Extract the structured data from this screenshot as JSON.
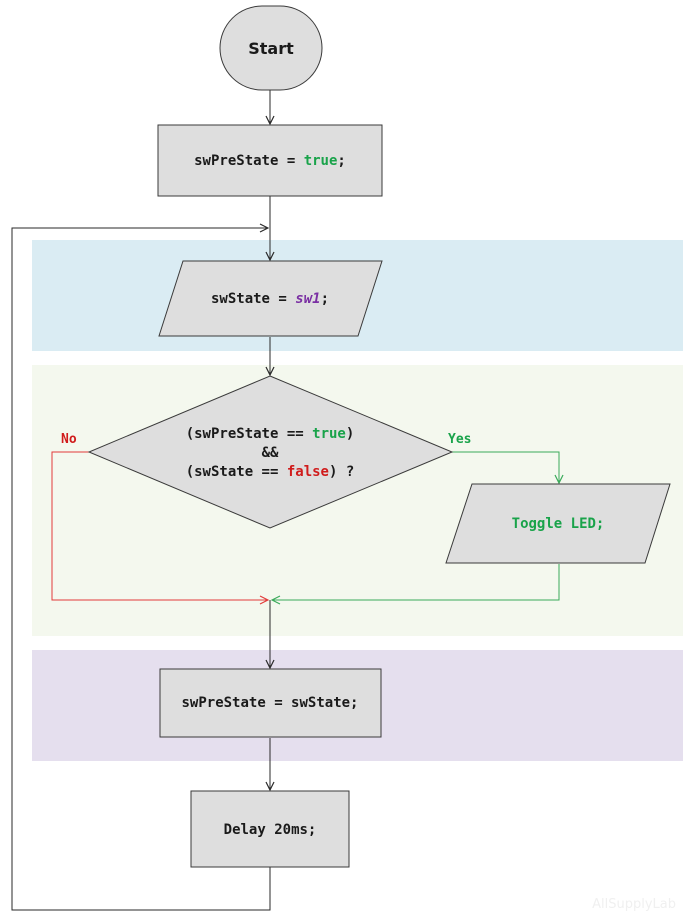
{
  "colors": {
    "band_input": "#daecf3",
    "band_decision": "#f4f8ee",
    "band_update": "#e5dfee",
    "true_keyword": "#19a34a",
    "false_keyword": "#d01c1c",
    "input_keyword": "#7a2fa3"
  },
  "start": {
    "label": "Start"
  },
  "init": {
    "lhs": "swPreState = ",
    "value": "true",
    "end": ";"
  },
  "read": {
    "lhs": "swState = ",
    "value": "sw1",
    "end": ";"
  },
  "decision": {
    "line1_a": "(swPreState == ",
    "line1_b": "true",
    "line1_c": ")",
    "line2": "&&",
    "line3_a": "(swState == ",
    "line3_b": "false",
    "line3_c": ") ?"
  },
  "branches": {
    "yes": "Yes",
    "no": "No"
  },
  "toggle": {
    "label": "Toggle LED;"
  },
  "update": {
    "label": "swPreState = swState;"
  },
  "delay": {
    "label": "Delay 20ms;"
  },
  "watermark": "AllSupplyLab"
}
